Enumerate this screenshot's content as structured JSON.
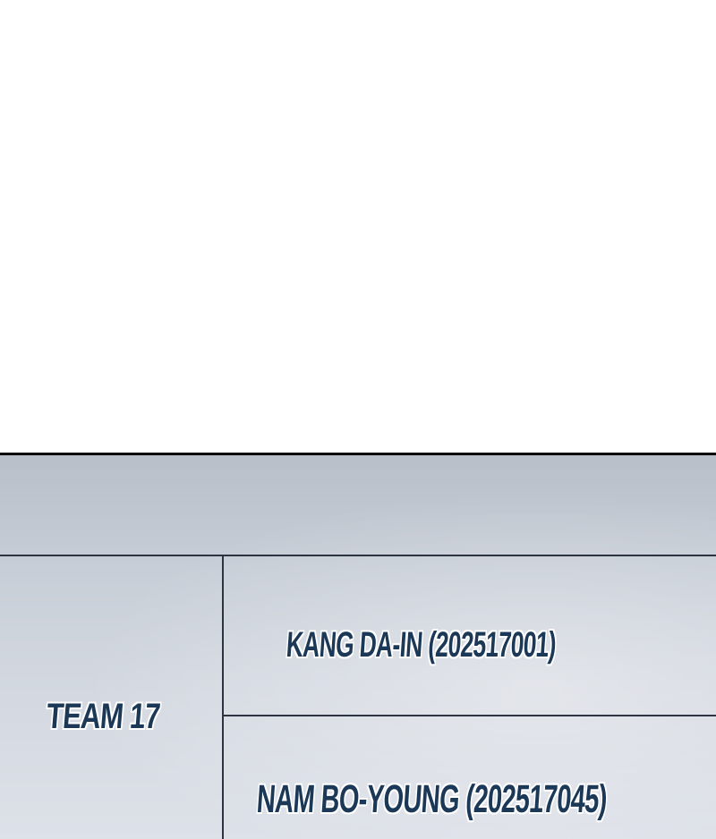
{
  "table": {
    "team": "TEAM 17",
    "members": [
      "KANG DA-IN (202517001)",
      "NAM BO-YOUNG (202517045)"
    ]
  },
  "colors": {
    "text": "#1c3857",
    "line": "#2b3440",
    "border": "#000000"
  }
}
